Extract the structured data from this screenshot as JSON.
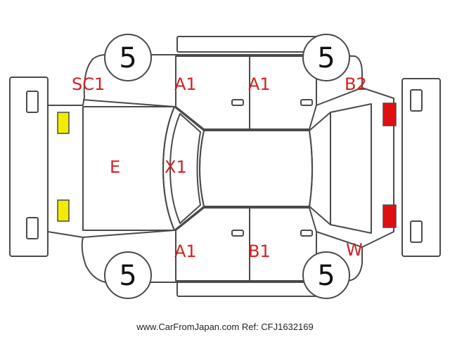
{
  "colors": {
    "line": "#4a4a4a",
    "damage_text": "#d42020",
    "front_light": "#f2ec00",
    "rear_light": "#e01010",
    "background": "#ffffff"
  },
  "tires": {
    "front_left": "5",
    "rear_left": "5",
    "front_right": "5",
    "rear_right": "5"
  },
  "damage_codes": {
    "front_left_fender": "SC1",
    "left_front_door": "A1",
    "left_rear_door": "A1",
    "left_rear_quarter": "B2",
    "hood": "E",
    "windshield": "X1",
    "right_front_door": "A1",
    "right_rear_door": "B1",
    "right_rear_quarter": "W"
  },
  "footer": {
    "watermark": "www.CarFromJapan.com Ref: CFJ1632169"
  }
}
